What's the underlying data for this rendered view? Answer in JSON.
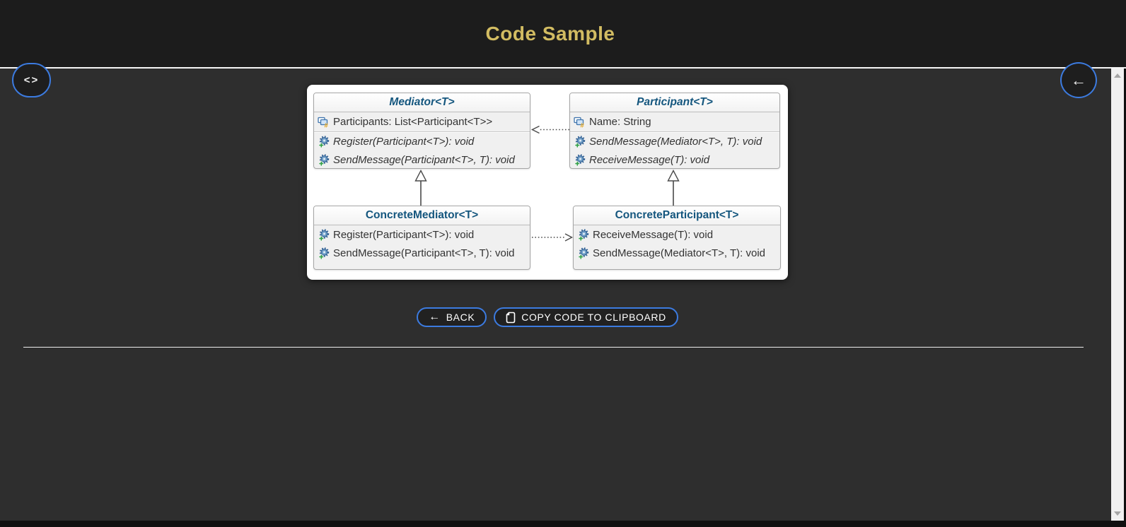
{
  "header": {
    "title": "Code Sample"
  },
  "floating_buttons": {
    "code_toggle": "<>",
    "back_arrow": "←"
  },
  "diagram": {
    "classes": [
      {
        "name": "Mediator<T>",
        "stereotype": "abstract",
        "fields": [
          "Participants: List<Participant<T>>"
        ],
        "methods": [
          "Register(Participant<T>): void",
          "SendMessage(Participant<T>, T): void"
        ]
      },
      {
        "name": "Participant<T>",
        "stereotype": "abstract",
        "fields": [
          "Name: String"
        ],
        "methods": [
          "SendMessage(Mediator<T>, T): void",
          "ReceiveMessage(T): void"
        ]
      },
      {
        "name": "ConcreteMediator<T>",
        "stereotype": "concrete",
        "fields": [],
        "methods": [
          "Register(Participant<T>): void",
          "SendMessage(Participant<T>, T): void"
        ]
      },
      {
        "name": "ConcreteParticipant<T>",
        "stereotype": "concrete",
        "fields": [],
        "methods": [
          "ReceiveMessage(T): void",
          "SendMessage(Mediator<T>, T): void"
        ]
      }
    ],
    "relationships": [
      "Participant<T> ..> Mediator<T> dotted dependency arrow",
      "ConcreteMediator<T> ..> ConcreteParticipant<T> dotted dependency arrow",
      "ConcreteMediator<T> --|> Mediator<T> generalization",
      "ConcreteParticipant<T> --|> Participant<T> generalization"
    ]
  },
  "actions": {
    "back": "BACK",
    "copy": "COPY CODE TO CLIPBOARD",
    "back_arrow": "←"
  },
  "colors": {
    "header_bg": "#1c1c1c",
    "page_bg": "#2e2e2e",
    "title_gold": "#d2bc62",
    "accent_blue": "#3c7be0",
    "class_name_blue": "#14567e"
  }
}
